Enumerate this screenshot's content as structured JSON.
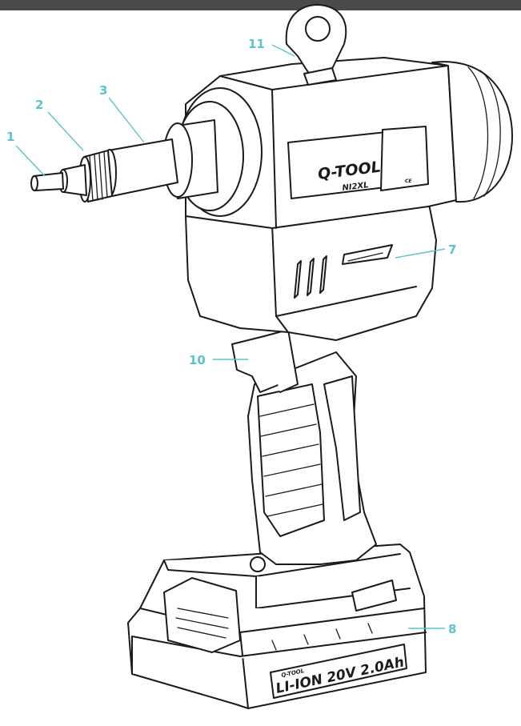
{
  "colors": {
    "top_bar": "#4a4a4a",
    "callout": "#5bc3cc",
    "ink": "#1a1a1a",
    "background": "#ffffff"
  },
  "brand": {
    "logo_text": "Q-TOOL",
    "model": "NI2XL",
    "ce_mark": "CE"
  },
  "battery": {
    "label": "LI-ION 20V 2.0Ah",
    "brand_small": "Q-TOOL"
  },
  "callouts": [
    {
      "id": "1",
      "label": "1"
    },
    {
      "id": "2",
      "label": "2"
    },
    {
      "id": "3",
      "label": "3"
    },
    {
      "id": "7",
      "label": "7"
    },
    {
      "id": "8",
      "label": "8"
    },
    {
      "id": "10",
      "label": "10"
    },
    {
      "id": "11",
      "label": "11"
    }
  ]
}
